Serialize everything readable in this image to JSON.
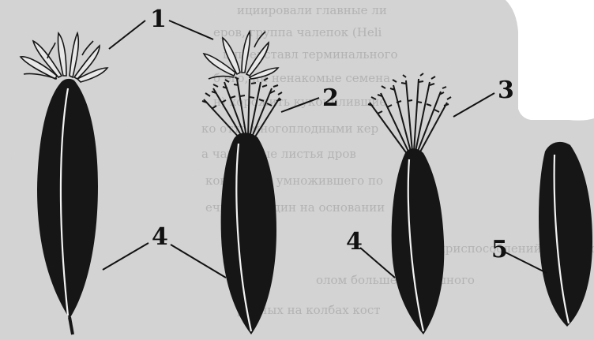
{
  "figure": {
    "labels": {
      "l1": "1",
      "l2": "2",
      "l3": "3",
      "l4a": "4",
      "l4b": "4",
      "l5": "5"
    },
    "bleed_through": [
      "ициировали главные ли",
      "еров, группа чалепок (Heli",
      "ц представл терминального",
      "б его, ни ненакомые семена",
      "н) хорожить кукоинлившие",
      "ко отто многоплодными кер",
      "а чашечные листья дров",
      "ков, кроме умножившего по",
      "ечнико и один на основании",
      "о приспособлений в ветвистых",
      "олом больше воздушного",
      "рупных на колбах кост"
    ],
    "colors": {
      "ink": "#111111",
      "paper": "#d6d6d6",
      "blank": "#ffffff"
    }
  }
}
